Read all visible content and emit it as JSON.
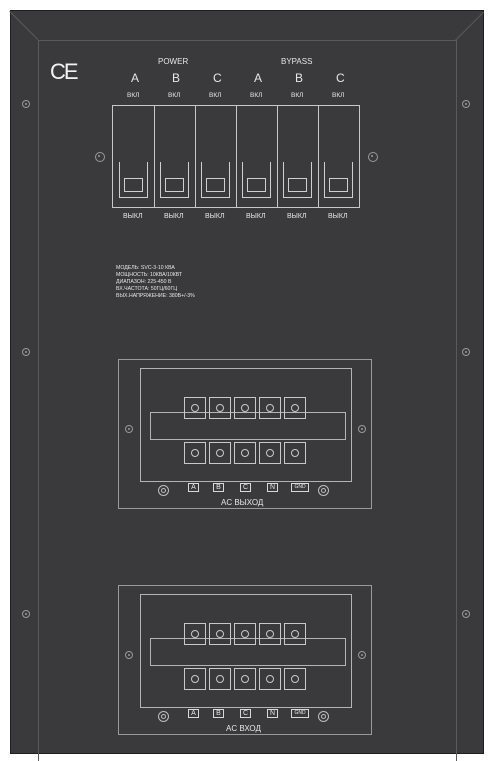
{
  "certification": {
    "mark": "CE"
  },
  "switches": {
    "power_label": "POWER",
    "bypass_label": "BYPASS",
    "breakers": [
      {
        "phase": "A",
        "on_label": "ВКЛ",
        "off_label": "ВЫКЛ"
      },
      {
        "phase": "B",
        "on_label": "ВКЛ",
        "off_label": "ВЫКЛ"
      },
      {
        "phase": "C",
        "on_label": "ВКЛ",
        "off_label": "ВЫКЛ"
      },
      {
        "phase": "A",
        "on_label": "ВКЛ",
        "off_label": "ВЫКЛ"
      },
      {
        "phase": "B",
        "on_label": "ВКЛ",
        "off_label": "ВЫКЛ"
      },
      {
        "phase": "C",
        "on_label": "ВКЛ",
        "off_label": "ВЫКЛ"
      }
    ]
  },
  "specs": [
    "МОДЕЛЬ: SVC-3-10 КВА",
    "МОЩНОСТЬ: 10КВА/10КВТ",
    "ДИАПАЗОН: 225-450 В",
    "ВХ.ЧАСТОТА: 50ГЦ/60ГЦ",
    "ВЫХ.НАПРЯЖЕНИЕ: 380В+/-3%"
  ],
  "output_block": {
    "title": "AC ВЫХОД",
    "terminals": [
      "A",
      "B",
      "C",
      "N",
      "GND"
    ]
  },
  "input_block": {
    "title": "AC ВХОД",
    "terminals": [
      "A",
      "B",
      "C",
      "N",
      "GND"
    ]
  },
  "colors": {
    "panel": "#3a3a3c",
    "lines": "#c8c8c8"
  }
}
